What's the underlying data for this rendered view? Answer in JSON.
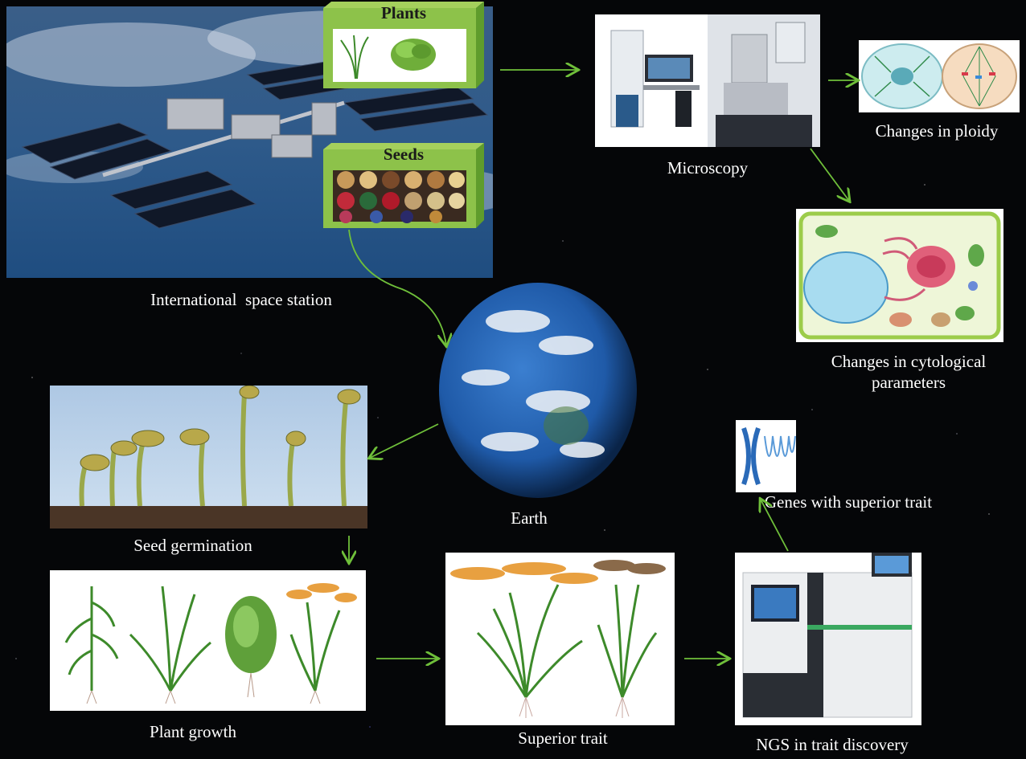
{
  "labels": {
    "iss": "International  space station",
    "plants": "Plants",
    "seeds": "Seeds",
    "microscopy": "Microscopy",
    "ploidy": "Changes in ploidy",
    "cytological": "Changes in cytological parameters",
    "earth": "Earth",
    "germination": "Seed germination",
    "plant_growth": "Plant growth",
    "superior_trait": "Superior trait",
    "ngs": "NGS in trait discovery",
    "genes": "Genes with superior trait"
  },
  "colors": {
    "arrow": "#6fbf3a",
    "box_face": "#8dc24a",
    "box_side": "#5f9c2c",
    "background": "#050608"
  }
}
